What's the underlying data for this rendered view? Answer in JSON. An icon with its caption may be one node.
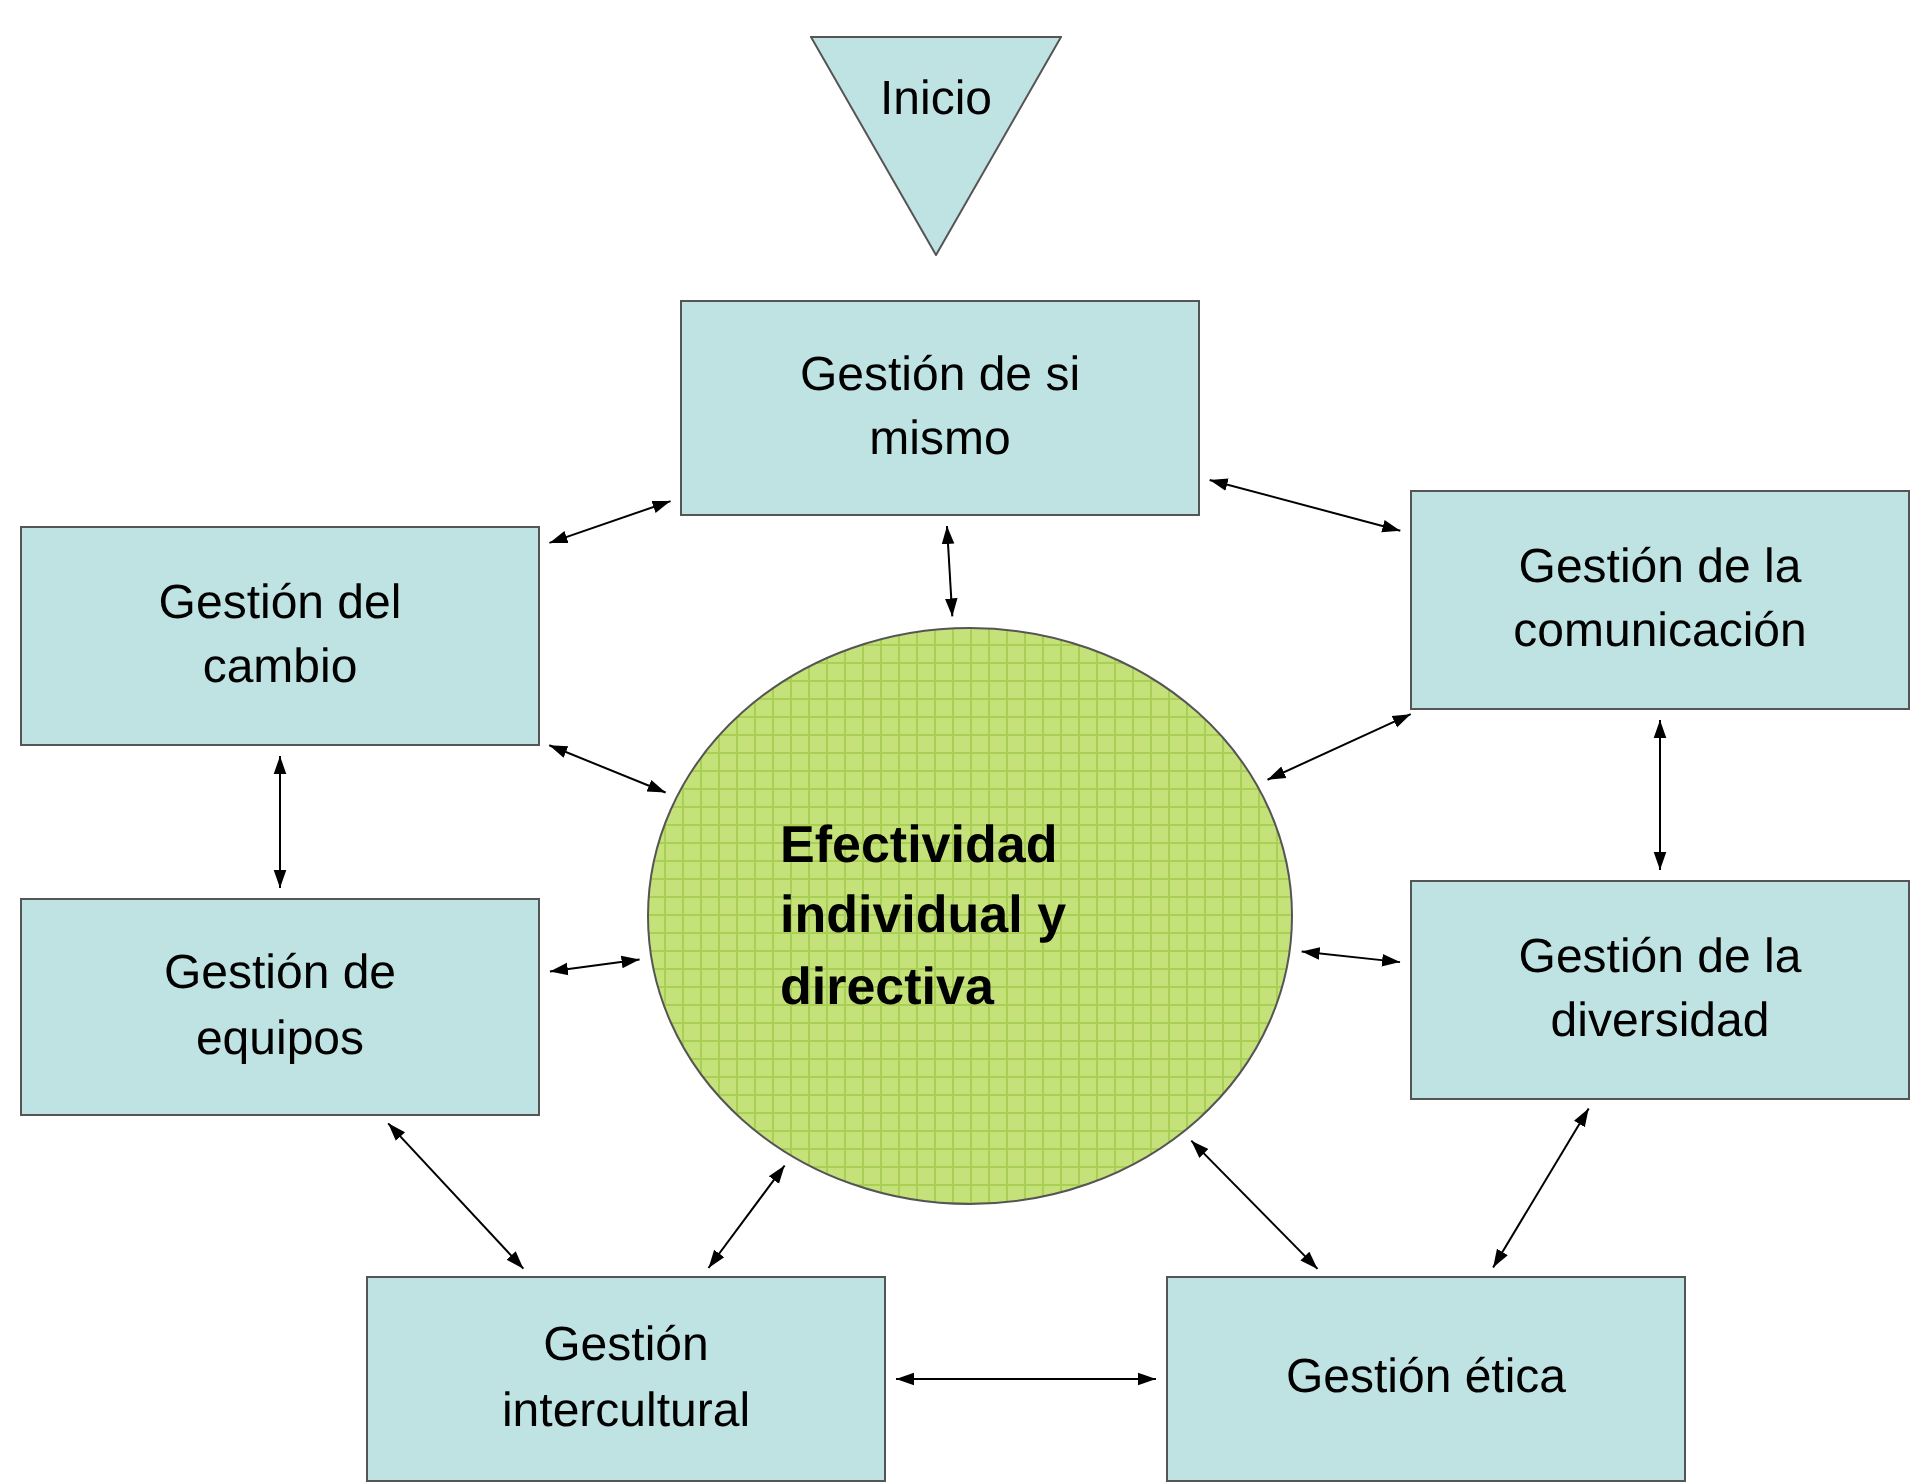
{
  "diagram": {
    "nodes": [
      {
        "text": [
          "Inicio"
        ]
      },
      {
        "text": [
          "Gestión de si mismo"
        ]
      },
      {
        "text": [
          "Gestión del cambio"
        ]
      },
      {
        "text": [
          "Gestión de la comunicación"
        ]
      },
      {
        "text": [
          "Efectividad individual y directiva"
        ]
      },
      {
        "text": [
          "Gestión de equipos"
        ]
      },
      {
        "text": [
          "Gestión de la diversidad"
        ]
      },
      {
        "text": [
          "Gestión intercultural"
        ]
      },
      {
        "text": [
          "Gestión ética"
        ]
      }
    ],
    "edges": [
      {
        "from": 1,
        "to": 2,
        "arrow": "both"
      },
      {
        "from": 1,
        "to": 3,
        "arrow": "both"
      },
      {
        "from": 1,
        "to": 4,
        "arrow": "both"
      },
      {
        "from": 2,
        "to": 4,
        "arrow": "both"
      },
      {
        "from": 3,
        "to": 4,
        "arrow": "both"
      },
      {
        "from": 2,
        "to": 5,
        "arrow": "both"
      },
      {
        "from": 3,
        "to": 6,
        "arrow": "both"
      },
      {
        "from": 4,
        "to": 5,
        "arrow": "both"
      },
      {
        "from": 4,
        "to": 6,
        "arrow": "both"
      },
      {
        "from": 4,
        "to": 7,
        "arrow": "both"
      },
      {
        "from": 4,
        "to": 8,
        "arrow": "both"
      },
      {
        "from": 5,
        "to": 7,
        "arrow": "both"
      },
      {
        "from": 7,
        "to": 8,
        "arrow": "both"
      },
      {
        "from": 6,
        "to": 8,
        "arrow": "both"
      }
    ]
  }
}
